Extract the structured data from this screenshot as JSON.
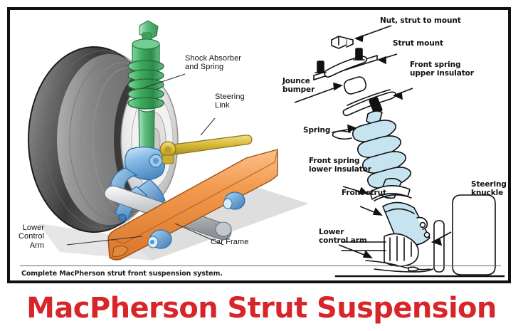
{
  "page": {
    "title": "MacPherson Strut Suspension",
    "title_color": "#d8252a",
    "background_color": "#ffffff",
    "border_color": "#111111"
  },
  "left_diagram": {
    "name": "macpherson-strut-3d-illustration",
    "description": "Color 3D rendering of wheel with strut assembly mounted to car frame",
    "colors": {
      "tire": "#4a4a4a",
      "wheel_hub": "#e8e8e8",
      "strut_spring": "#4caf64",
      "knuckle": "#7fb4e6",
      "car_frame": "#f0954a",
      "steering_link": "#d7b83a",
      "tie_rod": "#b9bcc0",
      "ground_shadow": "#dcdcdc"
    },
    "labels": [
      {
        "id": "shock-absorber-and-spring",
        "line1": "Shock Absorber",
        "line2": "and Spring"
      },
      {
        "id": "steering-link",
        "line1": "Steering",
        "line2": "Link"
      },
      {
        "id": "lower-control-arm",
        "line1": "Lower",
        "line2": "Control",
        "line3": "Arm"
      },
      {
        "id": "car-frame",
        "line1": "Car Frame"
      }
    ]
  },
  "right_diagram": {
    "name": "macpherson-strut-exploded-line-drawing",
    "description": "Black and white exploded technical line drawing of front suspension components",
    "caption": "Complete MacPherson strut front suspension system.",
    "colors": {
      "line": "#111111",
      "spring_fill": "#c5e4f0",
      "rule": "#5a6a78"
    },
    "labels": [
      {
        "id": "nut-strut-to-mount",
        "line1": "Nut, strut to mount"
      },
      {
        "id": "strut-mount",
        "line1": "Strut mount"
      },
      {
        "id": "front-spring-upper-insulator",
        "line1": "Front spring",
        "line2": "upper insulator"
      },
      {
        "id": "jounce-bumper",
        "line1": "Jounce",
        "line2": "bumper"
      },
      {
        "id": "spring",
        "line1": "Spring"
      },
      {
        "id": "front-spring-lower-insulator",
        "line1": "Front spring",
        "line2": "lower insulator"
      },
      {
        "id": "front-strut",
        "line1": "Front strut"
      },
      {
        "id": "steering-knuckle",
        "line1": "Steering",
        "line2": "knuckle"
      },
      {
        "id": "lower-control-arm",
        "line1": "Lower",
        "line2": "control arm"
      }
    ]
  }
}
